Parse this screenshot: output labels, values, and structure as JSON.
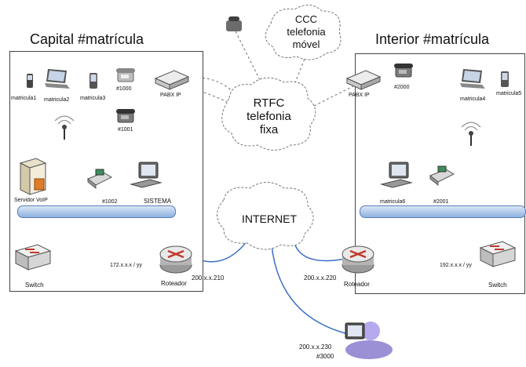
{
  "capital": {
    "title": "Capital #matrícula",
    "devices": {
      "m1": "matricula1",
      "m2": "matricula2",
      "m3": "matricula3",
      "ext1000": "#1000",
      "ext1001": "#1001",
      "ext1002": "#1002",
      "pabx": "PABX IP",
      "server": "Servidor VoIP",
      "sistema": "SISTEMA",
      "switch": "Switch",
      "router": "Roteador",
      "lan_ip": "172.x.x.x / yy",
      "wan_ip": "200.x.x.210"
    }
  },
  "interior": {
    "title": "Interior #matrícula",
    "devices": {
      "pabx": "PABX IP",
      "ext2000": "#2000",
      "m4": "matricula4",
      "m5": "matricula5",
      "m6": "matricula6",
      "ext2001": "#2001",
      "router": "Roteador",
      "switch": "Switch",
      "lan_ip": "192.x.x.x / yy",
      "wan_ip": "200.x.x.220"
    }
  },
  "clouds": {
    "ccc": [
      "CCC",
      "telefonia",
      "móvel"
    ],
    "rtfc": [
      "RTFC",
      "telefonia",
      "fixa"
    ],
    "internet": "INTERNET"
  },
  "remote": {
    "ip": "200.x.x.230",
    "ext": "#3000"
  },
  "colors": {
    "link_blue": "#3a6fc4",
    "bus_blue": "#a9c4ea",
    "dashed": "#888888",
    "router_red": "#c0392b"
  }
}
